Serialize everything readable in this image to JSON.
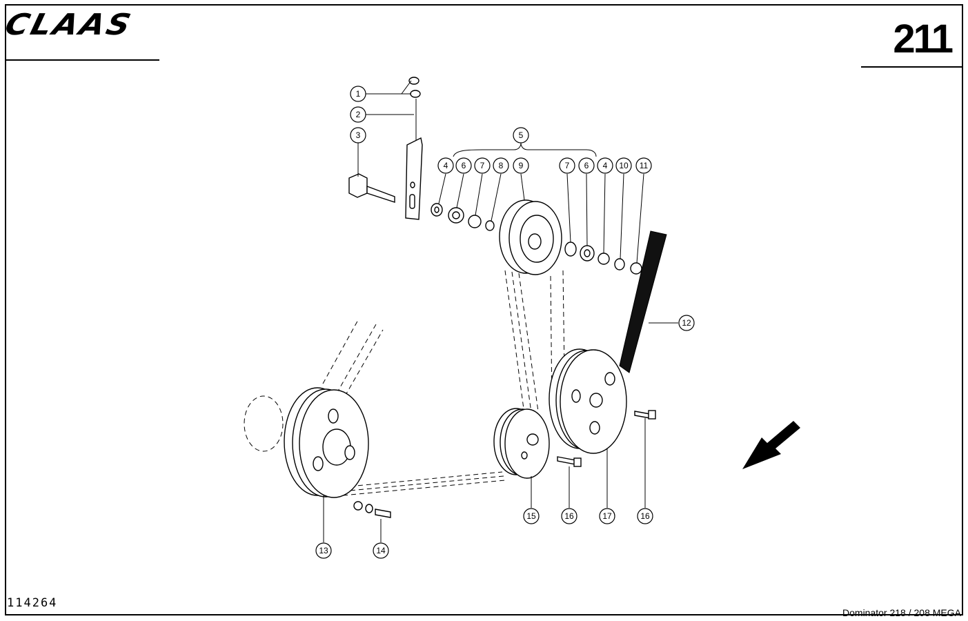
{
  "header": {
    "brand": "CLAAS",
    "page_number": "211"
  },
  "footer": {
    "drawing_number": "114264",
    "model": "Dominator 218 / 208 MEGA"
  },
  "diagram": {
    "callouts": [
      "1",
      "2",
      "3",
      "4",
      "5",
      "6",
      "7",
      "8",
      "9",
      "7",
      "6",
      "4",
      "10",
      "11",
      "12",
      "13",
      "14",
      "15",
      "16",
      "17",
      "16"
    ]
  }
}
